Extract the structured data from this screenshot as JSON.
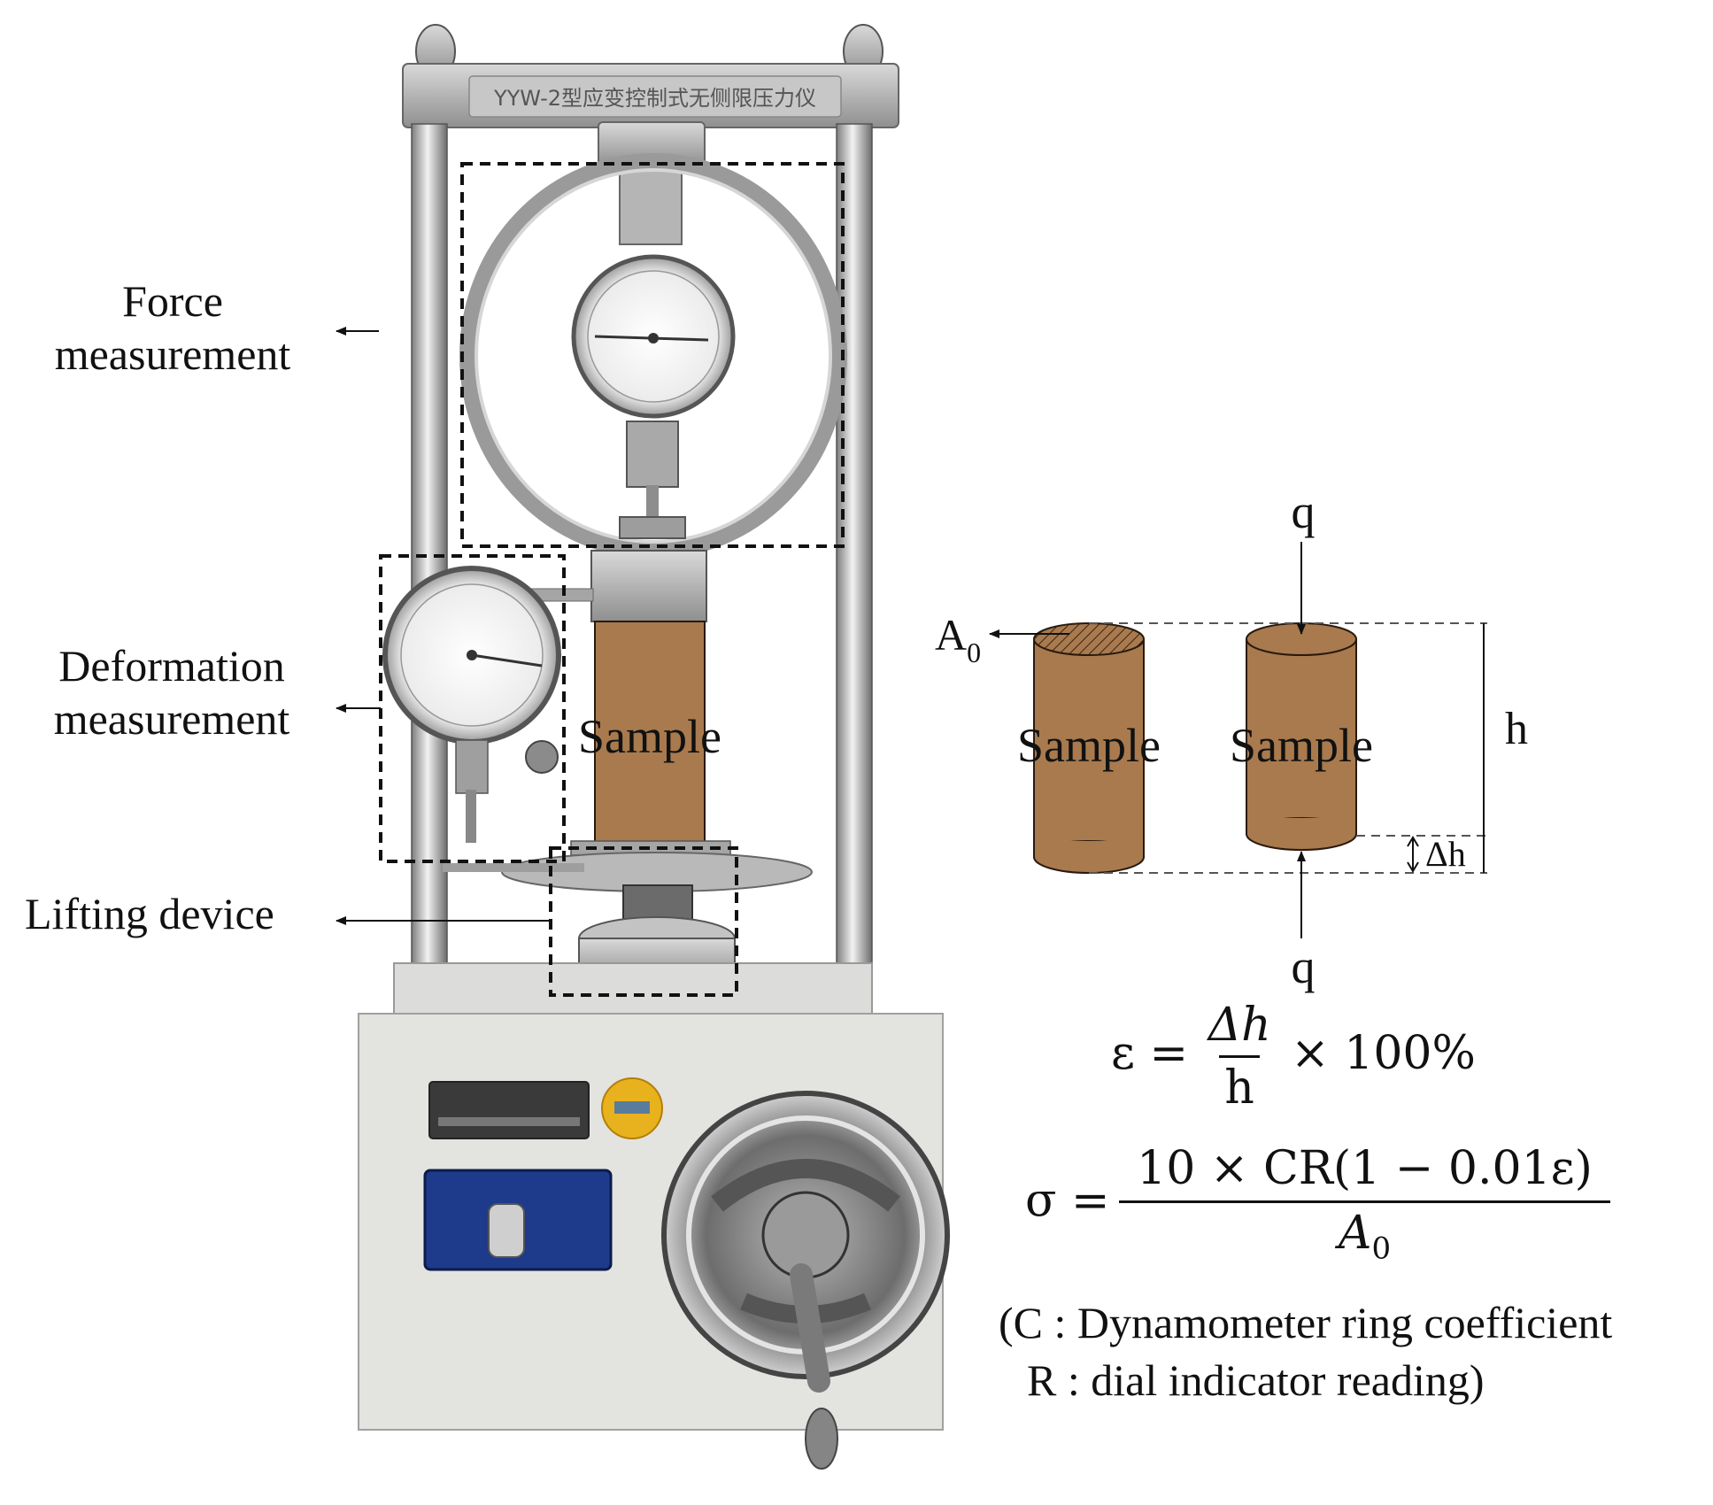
{
  "device": {
    "nameplate_text": "YYW-2型应变控制式无侧限压力仪",
    "sample_label": "Sample"
  },
  "labels": {
    "force": [
      "Force",
      "measurement"
    ],
    "deformation": [
      "Deformation",
      "measurement"
    ],
    "lifting": "Lifting device"
  },
  "schematic": {
    "sample_left": "Sample",
    "sample_right": "Sample",
    "area_label": "A",
    "area_sub": "0",
    "load_top": "q",
    "load_bottom": "q",
    "height": "h",
    "height_change": "Δh"
  },
  "formulas": {
    "strain_lhs": "ε =",
    "strain_num": "Δh",
    "strain_den": "h",
    "strain_rhs": "× 100%",
    "stress_lhs": "σ =",
    "stress_num": "10 × CR(1 − 0.01ε)",
    "stress_den_main": "A",
    "stress_den_sub": "0"
  },
  "notes": {
    "line1": "(C : Dynamometer ring coefficient",
    "line2": "R : dial indicator reading)"
  },
  "colors": {
    "sample_fill": "#a87a4e",
    "sample_stroke": "#2a1a0e",
    "frame_grey": "#bcbcbc",
    "base_grey": "#e3e3e0",
    "panel_blue": "#1e3a8a"
  }
}
